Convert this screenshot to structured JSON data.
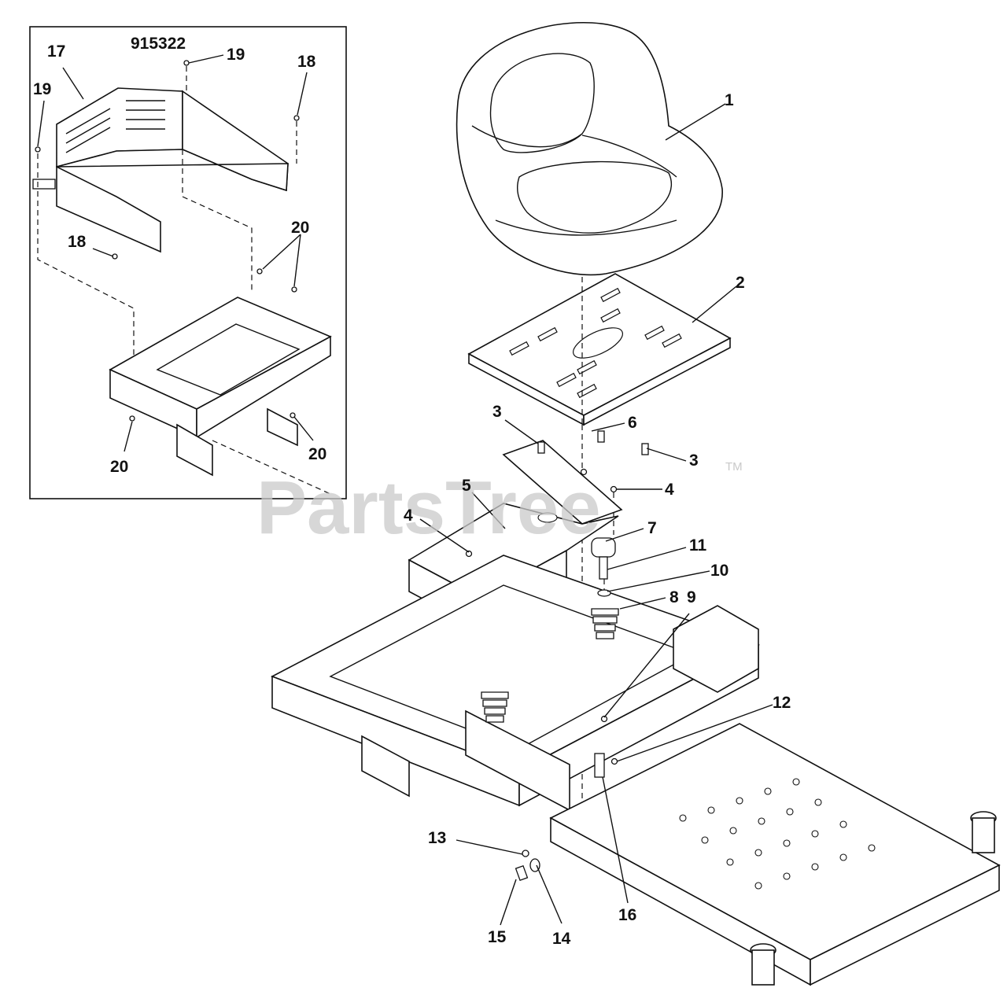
{
  "inset": {
    "part_code": "915322"
  },
  "callouts": [
    {
      "id": "c1",
      "text": "1"
    },
    {
      "id": "c2",
      "text": "2"
    },
    {
      "id": "c3a",
      "text": "3"
    },
    {
      "id": "c3b",
      "text": "3"
    },
    {
      "id": "c4a",
      "text": "4"
    },
    {
      "id": "c4b",
      "text": "4"
    },
    {
      "id": "c5",
      "text": "5"
    },
    {
      "id": "c6",
      "text": "6"
    },
    {
      "id": "c7",
      "text": "7"
    },
    {
      "id": "c8",
      "text": "8"
    },
    {
      "id": "c9",
      "text": "9"
    },
    {
      "id": "c10",
      "text": "10"
    },
    {
      "id": "c11",
      "text": "11"
    },
    {
      "id": "c12",
      "text": "12"
    },
    {
      "id": "c13",
      "text": "13"
    },
    {
      "id": "c14",
      "text": "14"
    },
    {
      "id": "c15",
      "text": "15"
    },
    {
      "id": "c16",
      "text": "16"
    },
    {
      "id": "c17",
      "text": "17"
    },
    {
      "id": "c18a",
      "text": "18"
    },
    {
      "id": "c18b",
      "text": "18"
    },
    {
      "id": "c19a",
      "text": "19"
    },
    {
      "id": "c19b",
      "text": "19"
    },
    {
      "id": "c20a",
      "text": "20"
    },
    {
      "id": "c20b",
      "text": "20"
    },
    {
      "id": "c20c",
      "text": "20"
    }
  ],
  "watermark": {
    "text": "PartsTree",
    "trademark": "TM"
  }
}
